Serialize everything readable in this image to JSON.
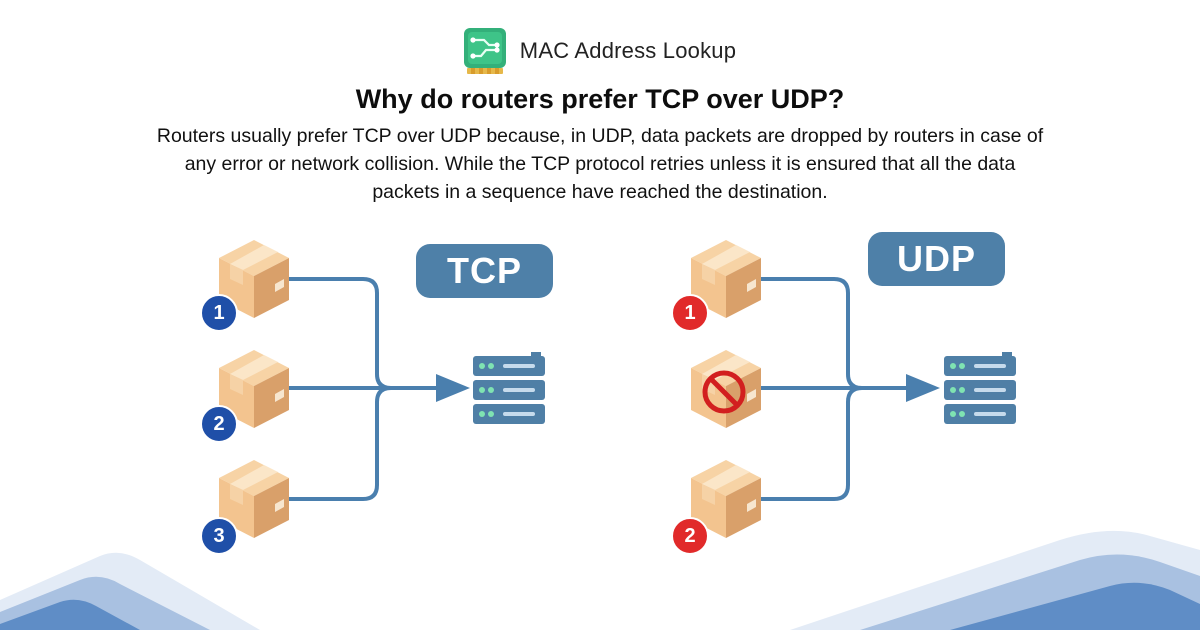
{
  "brand": {
    "name": "MAC Address Lookup",
    "logo_icon": "circuit-board-icon"
  },
  "title": "Why do routers prefer TCP over UDP?",
  "description": "Routers usually prefer TCP over UDP because, in UDP, data packets are dropped by routers in case of any error or network collision. While the TCP protocol retries unless it is ensured that all the data packets in a sequence have reached the destination.",
  "tcp": {
    "label": "TCP",
    "packets": [
      "1",
      "2",
      "3"
    ]
  },
  "udp": {
    "label": "UDP",
    "packets": [
      "1",
      "2"
    ],
    "dropped_packet_icon": "prohibited-icon"
  },
  "colors": {
    "label_bg": "#4e80a8",
    "line": "#4a7fae",
    "badge_blue": "#1f4fa8",
    "badge_red": "#e12a2a",
    "server": "#4f7fa6",
    "server_led": "#7fe3b2",
    "box_light": "#f3c48f",
    "box_dark": "#d9a06a",
    "wave_light": "#dfe8f4",
    "wave_mid": "#a9c1e1",
    "wave_dark": "#5f8dc6"
  }
}
